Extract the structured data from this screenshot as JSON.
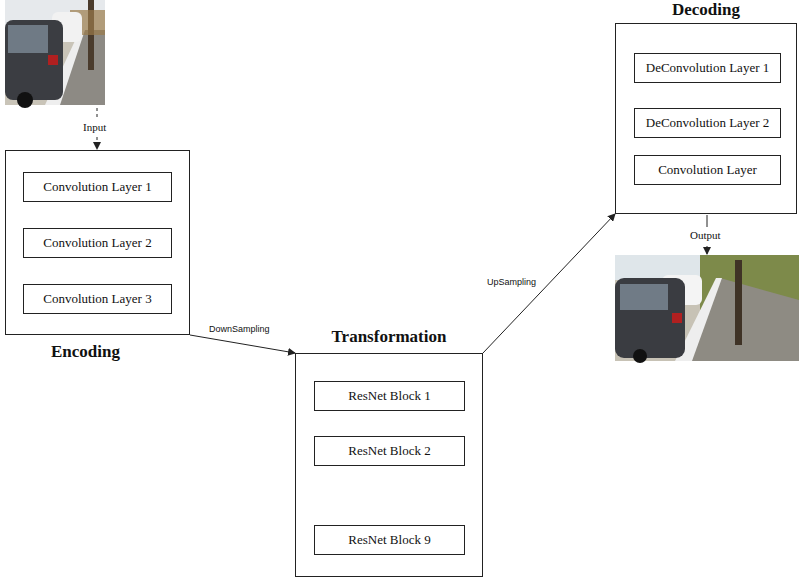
{
  "diagram": {
    "nodes": [
      {
        "text": [
          "Encoding"
        ]
      },
      {
        "text": [
          "Convolution Layer 1"
        ],
        "in": 0
      },
      {
        "text": [
          "Convolution Layer 2"
        ],
        "in": 0
      },
      {
        "text": [
          "Convolution Layer 3"
        ],
        "in": 0
      },
      {
        "text": [
          "Transformation"
        ]
      },
      {
        "text": [
          "ResNet Block 1"
        ],
        "in": 4
      },
      {
        "text": [
          "ResNet Block 2"
        ],
        "in": 4
      },
      {
        "text": [
          "ResNet Block 9"
        ],
        "in": 4
      },
      {
        "text": [
          "Decoding"
        ]
      },
      {
        "text": [
          "DeConvolution Layer 1"
        ],
        "in": 8
      },
      {
        "text": [
          "DeConvolution Layer 2"
        ],
        "in": 8
      },
      {
        "text": [
          "Convolution Layer"
        ],
        "in": 8
      }
    ],
    "edges": [
      {
        "from": 1,
        "to": 2,
        "arrow": "to"
      },
      {
        "from": 2,
        "to": 3,
        "arrow": "to"
      },
      {
        "from": 5,
        "to": 6,
        "arrow": "to"
      },
      {
        "from": 6,
        "to": 7,
        "arrow": "to"
      },
      {
        "from": 9,
        "to": 10,
        "arrow": "to"
      },
      {
        "from": 10,
        "to": 11,
        "arrow": "to"
      },
      {
        "from": 0,
        "to": 4,
        "label": "DownSampling",
        "arrow": "to"
      },
      {
        "from": 4,
        "to": 8,
        "label": "UpSampling",
        "arrow": "to"
      }
    ],
    "labels": [
      "Input",
      "Output"
    ]
  }
}
